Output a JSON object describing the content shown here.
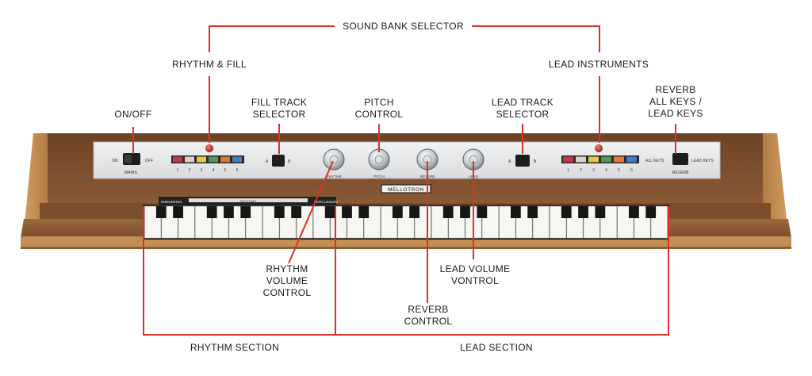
{
  "labels": {
    "sound_bank_selector": "SOUND BANK SELECTOR",
    "rhythm_fill": "RHYTHM & FILL",
    "lead_instruments": "LEAD INSTRUMENTS",
    "on_off": "ON/OFF",
    "fill_track": [
      "FILL TRACK",
      "SELECTOR"
    ],
    "pitch_control": [
      "PITCH",
      "CONTROL"
    ],
    "lead_track": [
      "LEAD TRACK",
      "SELECTOR"
    ],
    "reverb_keys": [
      "REVERB",
      "ALL KEYS /",
      "LEAD KEYS"
    ],
    "rhythm_volume": [
      "RHYTHM",
      "VOLUME",
      "CONTROL"
    ],
    "lead_volume": [
      "LEAD VOLUME",
      "VONTROL"
    ],
    "reverb_control": [
      "REVERB",
      "CONTROL"
    ],
    "rhythm_section": "RHYTHM SECTION",
    "lead_section": "LEAD SECTION"
  },
  "panel": {
    "on": "ON",
    "off": "OFF",
    "mains": "MAINS",
    "bank_numbers": [
      "1",
      "2",
      "3",
      "4",
      "5",
      "6"
    ],
    "a": "A",
    "b": "B",
    "knob_rhythm": "RHYTHM",
    "knob_pitch": "PITCH",
    "knob_reverb": "REVERB",
    "knob_lead": "LEAD",
    "all_keys": "ALL KEYS",
    "lead_keys": "LEAD KEYS",
    "reverb": "REVERB",
    "brand": "MELLOTRON",
    "diminished": "DIMINISHED",
    "rhythms": "RHYTHMS",
    "percussion": "PERCUSSION"
  },
  "colors": {
    "annotation": "#d9322a",
    "wood": "#8a5a34",
    "panel": "#e9ebec",
    "bank_buttons": [
      "#c0394b",
      "#d8d4c4",
      "#e6c74a",
      "#4f9a5a",
      "#e07a2e",
      "#3f7fc4"
    ]
  }
}
